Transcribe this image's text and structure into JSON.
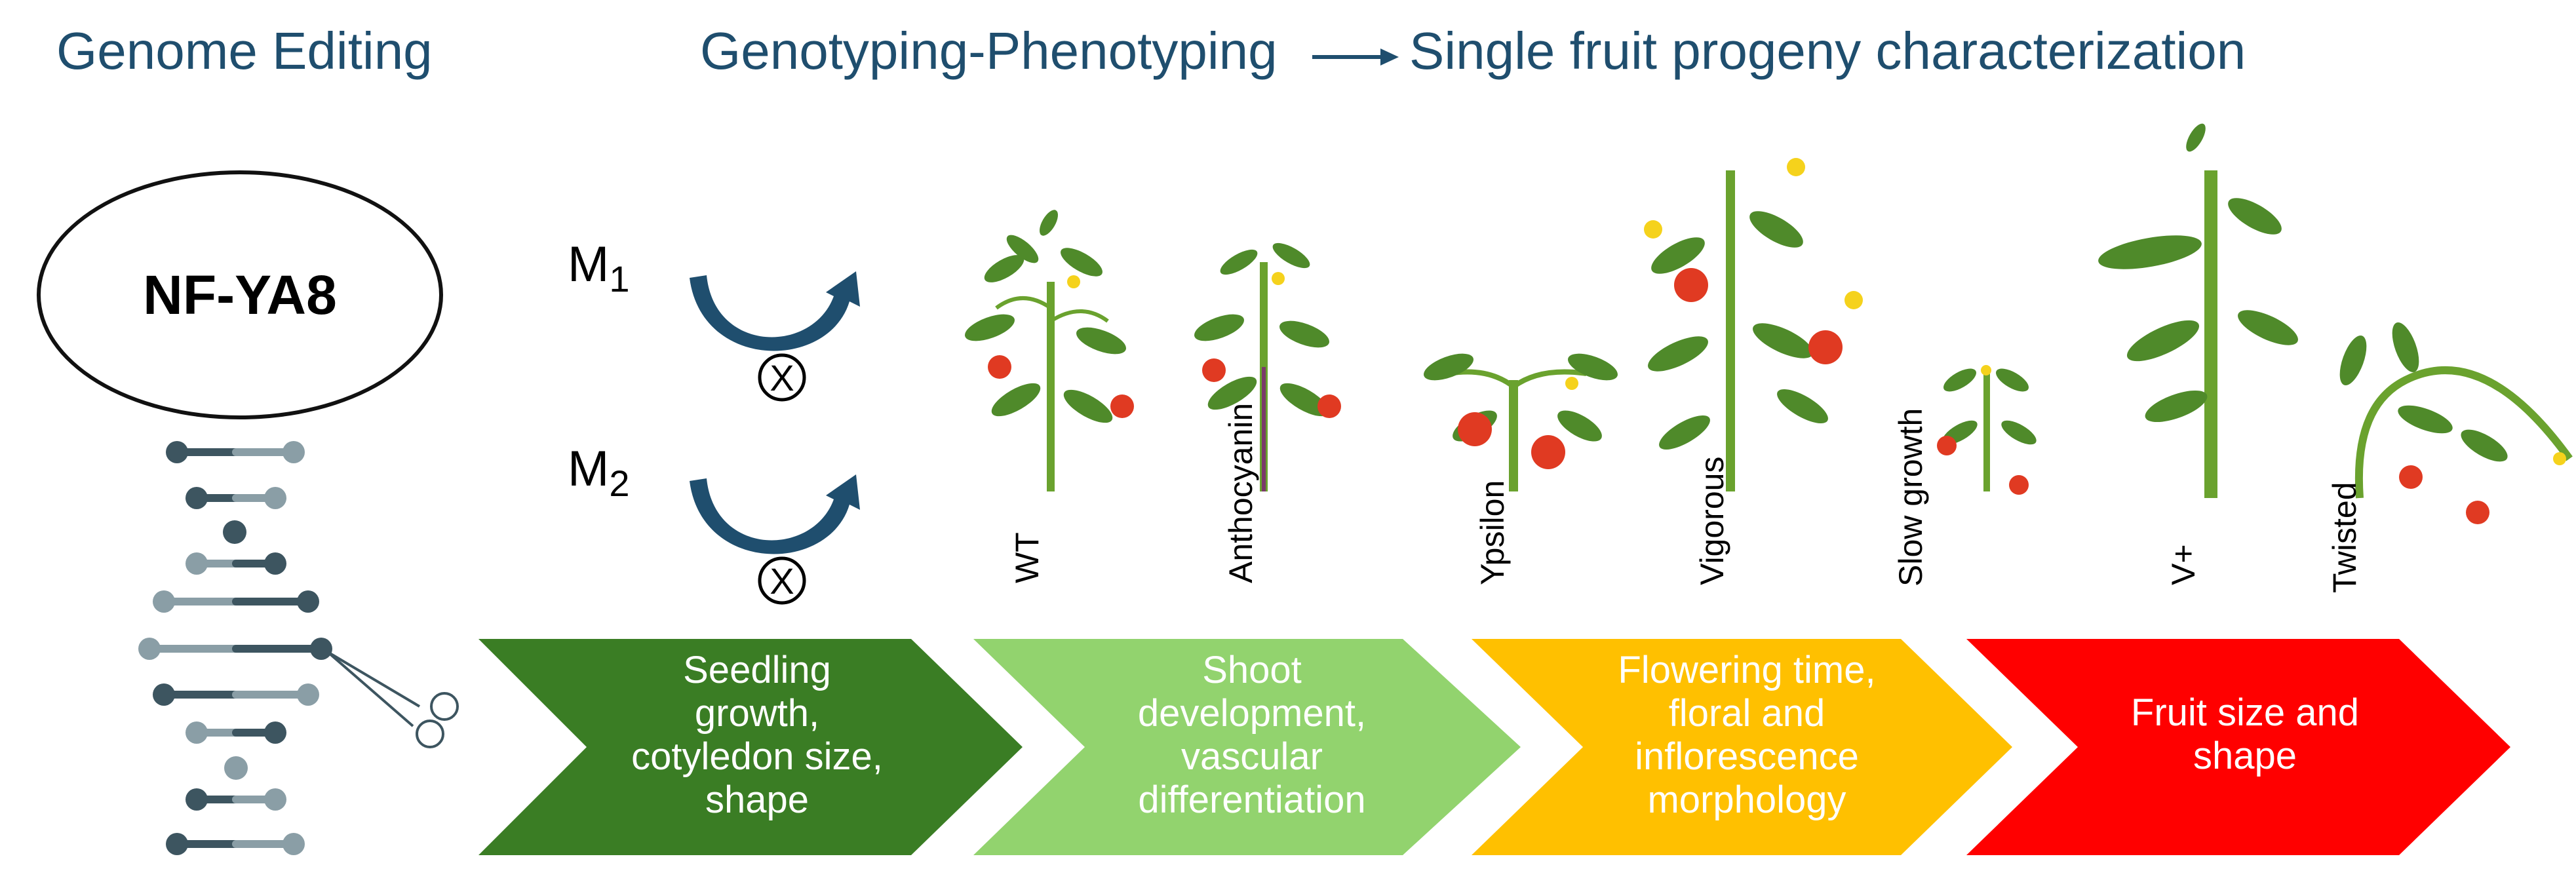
{
  "headers": {
    "left": "Genome Editing",
    "middle": "Genotyping-Phenotyping",
    "right": "Single fruit progeny characterization"
  },
  "gene": {
    "label": "NF-YA8"
  },
  "generations": [
    {
      "base": "M",
      "sub": "1"
    },
    {
      "base": "M",
      "sub": "2"
    }
  ],
  "self_cross_symbol": "X",
  "plants": [
    {
      "label": "WT"
    },
    {
      "label": "Anthocyanin"
    },
    {
      "label": "Ypsilon"
    },
    {
      "label": "Vigorous"
    },
    {
      "label": "Slow growth"
    },
    {
      "label": "V+"
    },
    {
      "label": "Twisted"
    }
  ],
  "stages": [
    {
      "text": "Seedling\ngrowth,\ncotyledon size,\nshape",
      "color": "#3a7d24"
    },
    {
      "text": "Shoot\ndevelopment,\nvascular\ndifferentiation",
      "color": "#92d36e"
    },
    {
      "text": "Flowering time,\nfloral and\ninflorescence\nmorphology",
      "color": "#ffc000"
    },
    {
      "text": "Fruit size and\nshape",
      "color": "#ff0000"
    }
  ],
  "colors": {
    "header_text": "#1f4e6e",
    "cross_arrow": "#1f4e6e",
    "dna_dark": "#3d5560",
    "dna_light": "#8a9ea6",
    "leaf": "#4f8a2a",
    "stem": "#6aa22e",
    "fruit": "#e03a22",
    "flower": "#f5d21c"
  }
}
